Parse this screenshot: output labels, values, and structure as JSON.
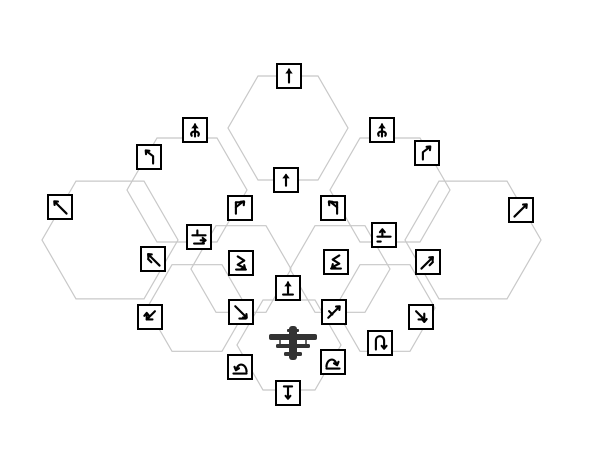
{
  "board": {
    "grid_color": "#c8c8c8",
    "card_border_color": "#000000",
    "background_color": "#ffffff"
  },
  "cards": [
    {
      "id": "card-top-straight",
      "icon": "straight-arrow-up-icon",
      "glyph": "straight"
    },
    {
      "id": "card-upper-left-loop",
      "icon": "loop-arrow-up-icon",
      "glyph": "loop"
    },
    {
      "id": "card-upper-right-loop",
      "icon": "loop-arrow-up-icon",
      "glyph": "loop"
    },
    {
      "id": "card-left-bank-left",
      "icon": "bank-left-arrow-icon",
      "glyph": "bankLeft"
    },
    {
      "id": "card-right-bank-right",
      "icon": "bank-right-arrow-icon",
      "glyph": "bankRight"
    },
    {
      "id": "card-center-straight",
      "icon": "straight-arrow-up-icon",
      "glyph": "straightSmall"
    },
    {
      "id": "card-far-left-turn",
      "icon": "turn-left-arrow-icon",
      "glyph": "farLeft"
    },
    {
      "id": "card-far-right-turn",
      "icon": "turn-right-arrow-icon",
      "glyph": "farRight"
    },
    {
      "id": "card-inner-left-sideslip",
      "icon": "sideslip-left-arrow-icon",
      "glyph": "sideslipLeft"
    },
    {
      "id": "card-inner-right-sideslip",
      "icon": "sideslip-right-arrow-icon",
      "glyph": "sideslipRight"
    },
    {
      "id": "card-left-shift",
      "icon": "shift-right-arrow-icon",
      "glyph": "shiftRight"
    },
    {
      "id": "card-right-shift",
      "icon": "shift-left-arrow-icon",
      "glyph": "shiftLeft"
    },
    {
      "id": "card-left-wide-turn",
      "icon": "wide-turn-left-arrow-icon",
      "glyph": "wideLeft"
    },
    {
      "id": "card-right-wide-turn",
      "icon": "wide-turn-right-arrow-icon",
      "glyph": "wideRight"
    },
    {
      "id": "card-left-zigzag",
      "icon": "zigzag-arrow-icon",
      "glyph": "zigLeft"
    },
    {
      "id": "card-right-zigzag",
      "icon": "zigzag-arrow-icon",
      "glyph": "zigRight"
    },
    {
      "id": "card-center-low-straight",
      "icon": "straight-arrow-up-icon",
      "glyph": "straightBar"
    },
    {
      "id": "card-lower-left-hook",
      "icon": "hook-left-arrow-icon",
      "glyph": "hookLeft"
    },
    {
      "id": "card-lower-right-hook",
      "icon": "hook-right-arrow-icon",
      "glyph": "hookRight"
    },
    {
      "id": "card-inner-left-diagonal",
      "icon": "diagonal-arrow-icon",
      "glyph": "diagLeft"
    },
    {
      "id": "card-inner-right-diagonal",
      "icon": "diagonal-arrow-icon",
      "glyph": "diagRight"
    },
    {
      "id": "card-right-uturn",
      "icon": "u-turn-arrow-icon",
      "glyph": "uturn"
    },
    {
      "id": "card-bottom-left-spin",
      "icon": "spin-left-arrow-icon",
      "glyph": "spinLeft"
    },
    {
      "id": "card-bottom-right-spin",
      "icon": "spin-right-arrow-icon",
      "glyph": "spinRight"
    },
    {
      "id": "card-bottom-down",
      "icon": "straight-arrow-down-icon",
      "glyph": "down"
    }
  ],
  "airplane": {
    "icon": "biplane-icon",
    "color": "#333333"
  }
}
